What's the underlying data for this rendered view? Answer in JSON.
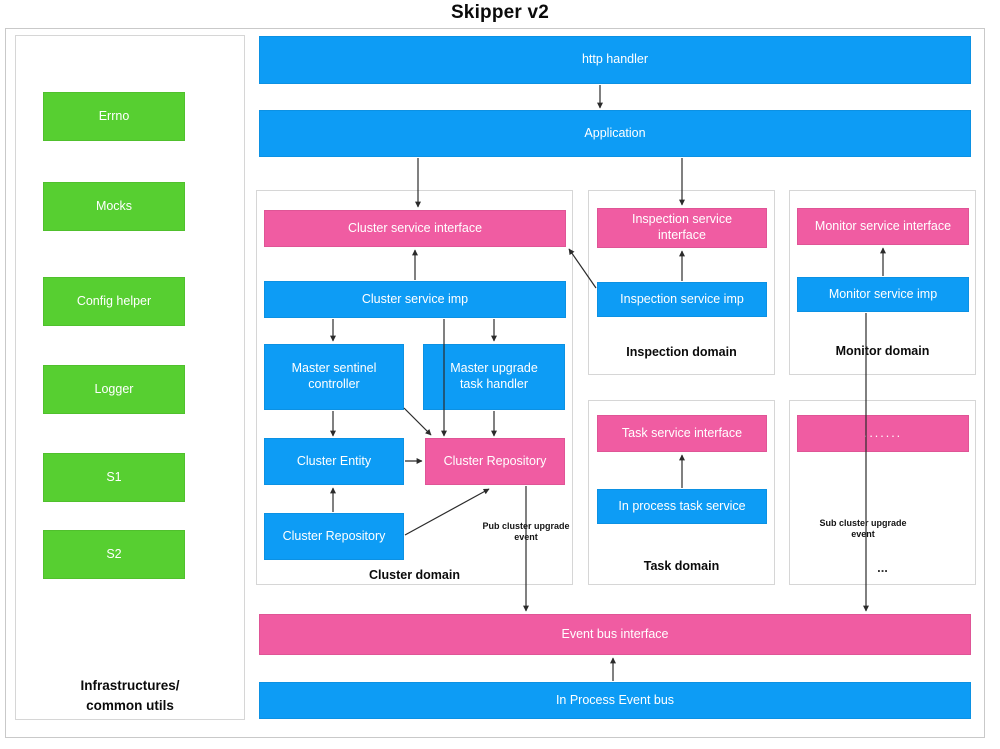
{
  "title": "Skipper v2",
  "colors": {
    "blue": "#0d9cf5",
    "pink": "#f05ca2",
    "green": "#57cf31",
    "frame": "#c9c9c9"
  },
  "sidebar": {
    "label": "Infrastructures/\ncommon utils",
    "label_line1": "Infrastructures/",
    "label_line2": "common utils",
    "items": [
      {
        "label": "Errno"
      },
      {
        "label": "Mocks"
      },
      {
        "label": "Config helper"
      },
      {
        "label": "Logger"
      },
      {
        "label": "S1"
      },
      {
        "label": "S2"
      }
    ]
  },
  "top": {
    "http_handler": "http handler",
    "application": "Application"
  },
  "domains": {
    "cluster": {
      "label": "Cluster domain",
      "nodes": {
        "service_interface": "Cluster service interface",
        "service_imp": "Cluster service imp",
        "master_sentinel_controller": "Master sentinel\ncontroller",
        "master_sentinel_controller_l1": "Master sentinel",
        "master_sentinel_controller_l2": "controller",
        "master_upgrade_task_handler_l1": "Master upgrade",
        "master_upgrade_task_handler_l2": "task handler",
        "cluster_entity": "Cluster Entity",
        "cluster_repository_pink": "Cluster Repository",
        "cluster_repository_blue": "Cluster Repository"
      },
      "note_l1": "Pub cluster upgrade",
      "note_l2": "event"
    },
    "inspection": {
      "label": "Inspection domain",
      "nodes": {
        "service_interface_l1": "Inspection service",
        "service_interface_l2": "interface",
        "service_imp": "Inspection service imp"
      }
    },
    "monitor": {
      "label": "Monitor domain",
      "nodes": {
        "service_interface": "Monitor service interface",
        "service_imp": "Monitor service imp"
      }
    },
    "task": {
      "label": "Task domain",
      "nodes": {
        "service_interface": "Task service interface",
        "in_process_task_service": "In process task service"
      }
    },
    "other": {
      "label": "...",
      "nodes": {
        "placeholder": "......."
      },
      "note_l1": "Sub cluster upgrade",
      "note_l2": "event"
    }
  },
  "bottom": {
    "event_bus_interface": "Event bus interface",
    "in_process_event_bus": "In Process Event bus"
  }
}
